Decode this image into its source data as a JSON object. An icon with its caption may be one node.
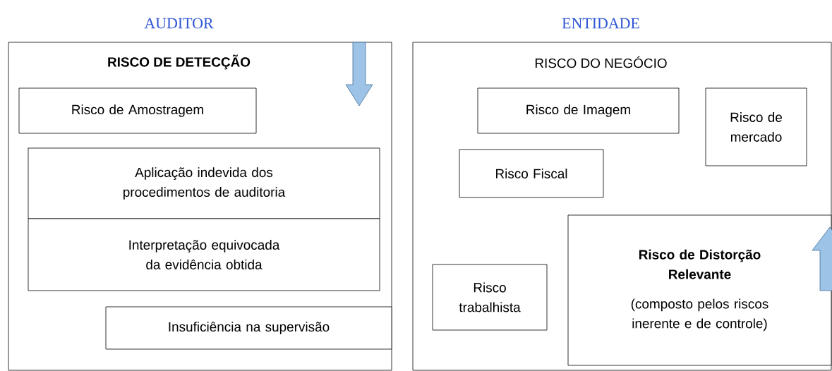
{
  "diagram": {
    "nodes": [
      {
        "text": [
          "AUDITOR",
          "RISCO DE DETECÇÃO"
        ]
      },
      {
        "text": [
          "Risco de Amostragem"
        ],
        "in": 0
      },
      {
        "text": [
          "Aplicação indevida dos procedimentos de auditoria"
        ],
        "in": 0
      },
      {
        "text": [
          "Interpretação equivocada da evidência obtida"
        ],
        "in": 0
      },
      {
        "text": [
          "Insuficiência na supervisão"
        ],
        "in": 0
      },
      {
        "text": [
          "ENTIDADE",
          "RISCO DO NEGÓCIO"
        ]
      },
      {
        "text": [
          "Risco de Imagem"
        ],
        "in": 5
      },
      {
        "text": [
          "Risco de mercado"
        ],
        "in": 5
      },
      {
        "text": [
          "Risco Fiscal"
        ],
        "in": 5
      },
      {
        "text": [
          "Risco de Distorção Relevante",
          "(composto pelos riscos inerente e de controle)"
        ],
        "in": 5
      },
      {
        "text": [
          "Risco trabalhista"
        ],
        "in": 5
      }
    ]
  }
}
